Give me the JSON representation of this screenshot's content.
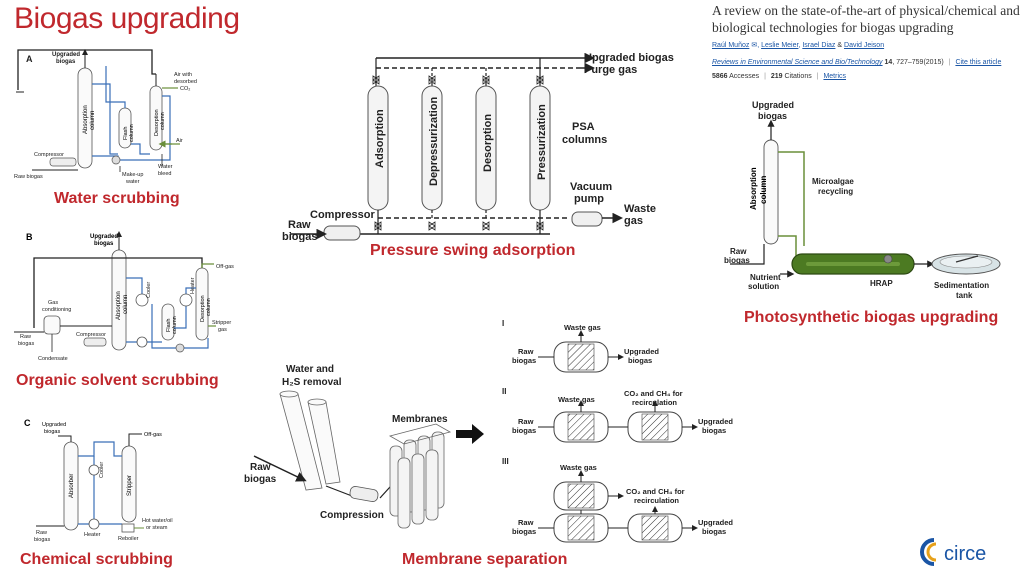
{
  "slide": {
    "title": "Biogas upgrading"
  },
  "reference": {
    "title": "A review on the state-of-the-art of physical/chemical and biological technologies for biogas upgrading",
    "authors": [
      "Raúl Muñoz",
      "Leslie Meier",
      "Israel Diaz",
      "David Jeison"
    ],
    "authors_sep": ",",
    "authors_and": "&",
    "journal": "Reviews in Environmental Science and Bio/Technology",
    "volume": "14",
    "pages": ", 727–759(2015)",
    "cite_link": "Cite this article",
    "accesses_count": "5866",
    "accesses_label": "Accesses",
    "citations_count": "219",
    "citations_label": "Citations",
    "metrics_link": "Metrics"
  },
  "water_scrubbing": {
    "caption": "Water scrubbing",
    "panel_letter": "A",
    "labels": {
      "upgraded_1": "Upgraded",
      "upgraded_2": "biogas",
      "absorption_1": "Absorption",
      "absorption_2": "column",
      "air_desorbed_1": "Air with",
      "air_desorbed_2": "desorbed",
      "air_desorbed_3": "CO₂",
      "flash_1": "Flash",
      "flash_2": "column",
      "desorption_1": "Desorption",
      "desorption_2": "column",
      "air": "Air",
      "compressor": "Compressor",
      "raw_biogas": "Raw biogas",
      "makeup_1": "Make-up",
      "makeup_2": "water",
      "water_bleed_1": "Water",
      "water_bleed_2": "bleed"
    }
  },
  "organic_solvent": {
    "caption": "Organic solvent scrubbing",
    "panel_letter": "B",
    "labels": {
      "upgraded_1": "Upgraded",
      "upgraded_2": "biogas",
      "offgas": "Off-gas",
      "gas_cond_1": "Gas",
      "gas_cond_2": "conditioning",
      "absorption_1": "Absorption",
      "absorption_2": "column",
      "cooler": "Cooler",
      "heater": "Heater",
      "flash_1": "Flash",
      "flash_2": "column",
      "desorption_1": "Desorption",
      "desorption_2": "column",
      "raw_1": "Raw",
      "raw_2": "biogas",
      "compressor": "Compressor",
      "stripper_1": "Stripper",
      "stripper_2": "gas",
      "condensate": "Condensate"
    }
  },
  "chemical_scrubbing": {
    "caption": "Chemical scrubbing",
    "panel_letter": "C",
    "labels": {
      "upgraded_1": "Upgraded",
      "upgraded_2": "biogas",
      "offgas": "Off-gas",
      "absorber": "Absorber",
      "cooler": "Cooler",
      "stripper": "Stripper",
      "raw_1": "Raw",
      "raw_2": "biogas",
      "heater": "Heater",
      "reboiler": "Reboiler",
      "hot_water_1": "Hot water/oil",
      "hot_water_2": "or steam"
    }
  },
  "psa": {
    "caption": "Pressure swing adsorption",
    "labels": {
      "upgraded": "Upgraded biogas",
      "purge": "Purge gas",
      "adsorption": "Adsorption",
      "depressurization": "Depressurization",
      "desorption": "Desorption",
      "pressurization": "Pressurization",
      "psa_1": "PSA",
      "psa_2": "columns",
      "vacuum_1": "Vacuum",
      "vacuum_2": "pump",
      "waste_1": "Waste",
      "waste_2": "gas",
      "compressor": "Compressor",
      "raw_1": "Raw",
      "raw_2": "biogas"
    }
  },
  "photosynthetic": {
    "caption": "Photosynthetic biogas upgrading",
    "labels": {
      "upgraded_1": "Upgraded",
      "upgraded_2": "biogas",
      "absorption_1": "Absorption",
      "absorption_2": "column",
      "microalgae_1": "Microalgae",
      "microalgae_2": "recycling",
      "raw_1": "Raw",
      "raw_2": "biogas",
      "nutrient_1": "Nutrient",
      "nutrient_2": "solution",
      "hrap": "HRAP",
      "sedim_1": "Sedimentation",
      "sedim_2": "tank"
    }
  },
  "membrane": {
    "caption": "Membrane separation",
    "labels": {
      "water_1": "Water and",
      "water_2": "H₂S removal",
      "membranes": "Membranes",
      "raw_1": "Raw",
      "raw_2": "biogas",
      "compression": "Compression",
      "config_1": "I",
      "config_2": "II",
      "config_3": "III",
      "waste_gas": "Waste gas",
      "raw_s1": "Raw",
      "raw_s2": "biogas",
      "upgraded_s1": "Upgraded",
      "upgraded_s2": "biogas",
      "recirc_1": "CO₂ and CH₄ for",
      "recirc_2": "recirculation"
    }
  },
  "logo": {
    "text": "circe"
  },
  "colors": {
    "accent": "#c0282d",
    "link": "#1a55a5",
    "blue_line": "#3a6fb7",
    "green_line": "#6a8f3a",
    "algae": "#4c7a22"
  }
}
